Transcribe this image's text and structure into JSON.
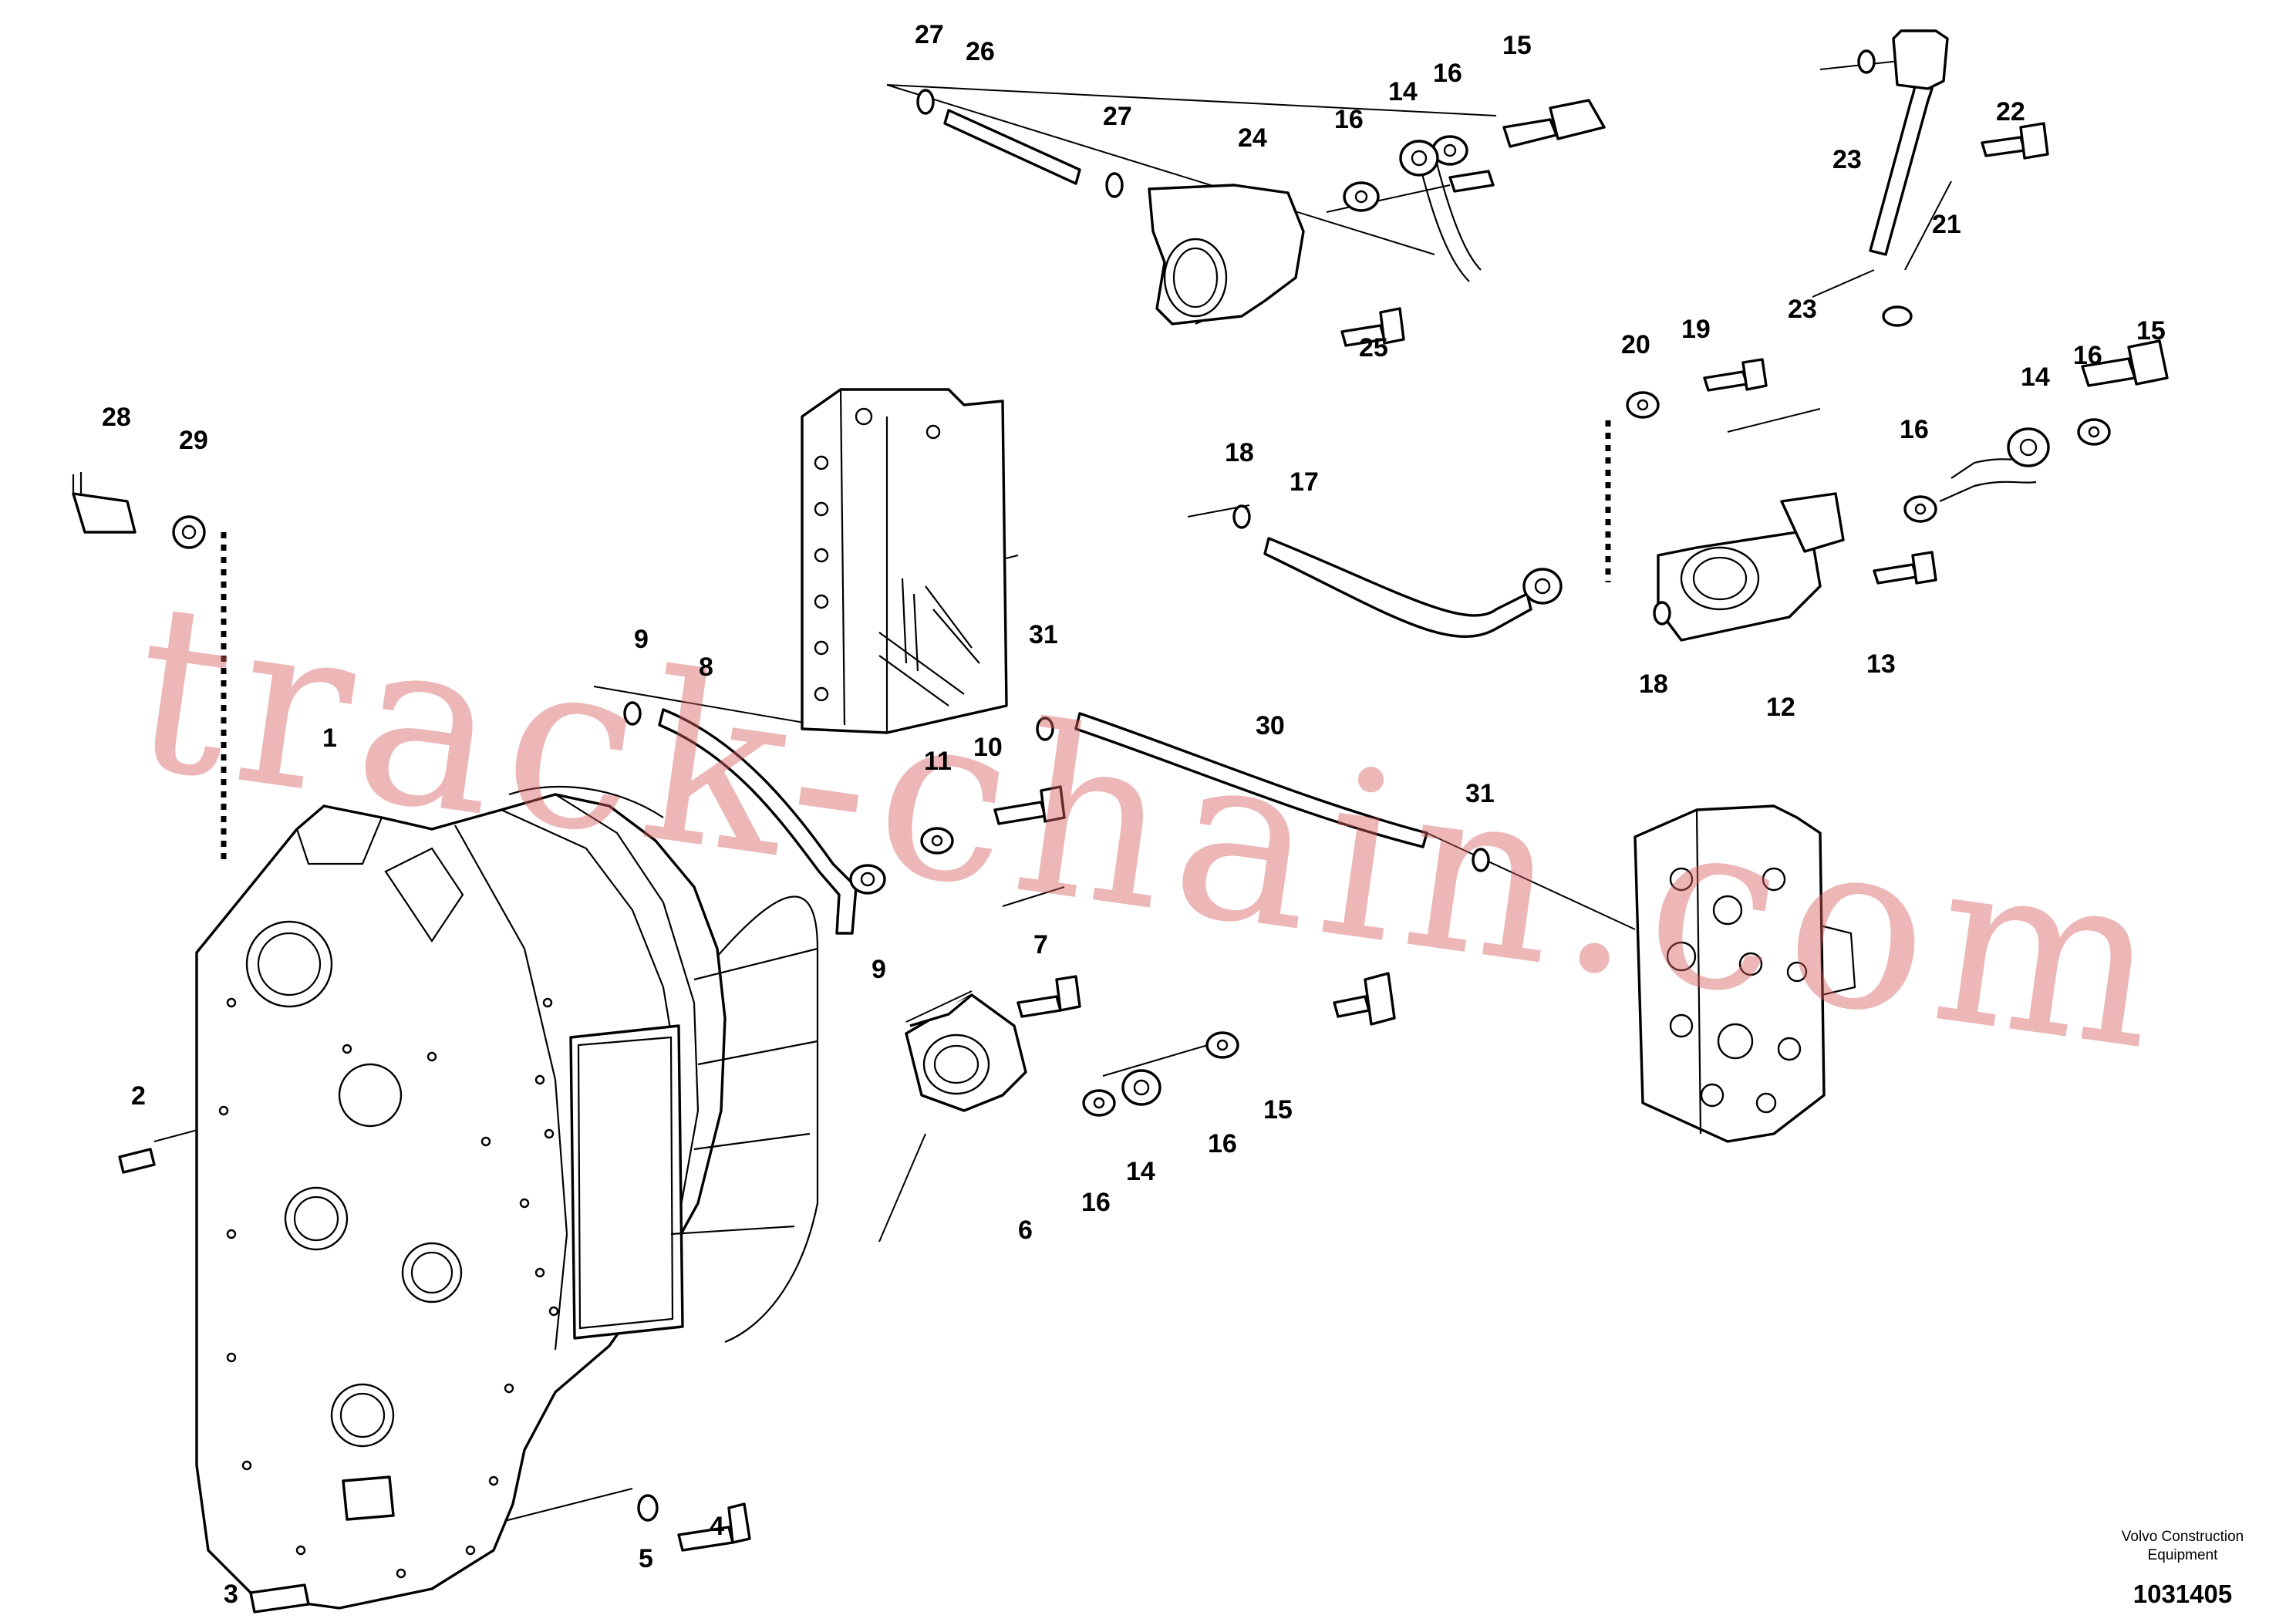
{
  "diagram": {
    "part_numbers": [
      "1",
      "2",
      "3",
      "4",
      "5",
      "6",
      "7",
      "8",
      "9",
      "9",
      "10",
      "11",
      "12",
      "13",
      "14",
      "14",
      "14",
      "15",
      "15",
      "15",
      "16",
      "16",
      "16",
      "16",
      "16",
      "16",
      "17",
      "18",
      "18",
      "19",
      "20",
      "21",
      "22",
      "23",
      "23",
      "24",
      "25",
      "26",
      "27",
      "27",
      "28",
      "29",
      "30",
      "31",
      "31"
    ],
    "watermark": "track-chain.com",
    "brand_line1": "Volvo Construction",
    "brand_line2": "Equipment",
    "drawing_number": "1031405"
  }
}
